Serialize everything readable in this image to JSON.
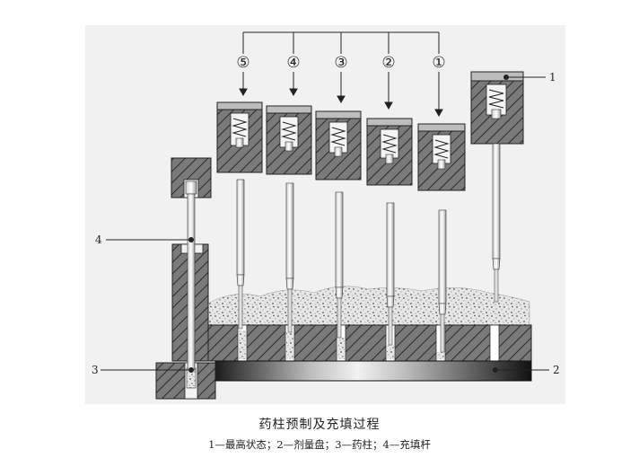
{
  "caption": {
    "title": "药柱预制及充填过程",
    "legend": "1—最高状态；2—剂量盘；3—药柱；4—充填杆"
  },
  "step_markers": [
    "⑤",
    "④",
    "③",
    "②",
    "①"
  ],
  "callouts": [
    {
      "id": "c1",
      "label": "1"
    },
    {
      "id": "c2",
      "label": "2"
    },
    {
      "id": "c3",
      "label": "3"
    },
    {
      "id": "c4",
      "label": "4"
    }
  ]
}
